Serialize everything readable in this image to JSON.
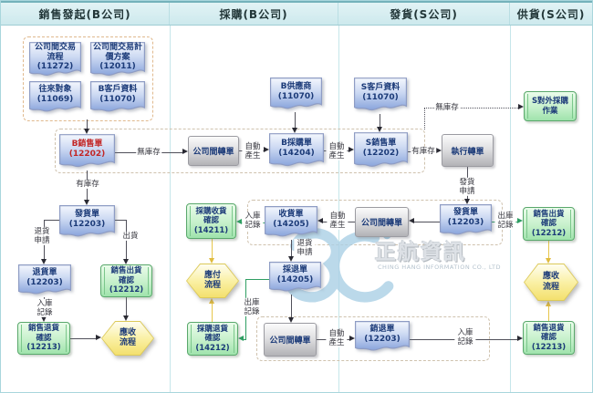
{
  "header": {
    "columns": [
      {
        "label": "銷售發起(B公司)"
      },
      {
        "label": "採購(B公司)"
      },
      {
        "label": "發貨(S公司)"
      },
      {
        "label": "供貨(S公司)"
      }
    ]
  },
  "nodes": {
    "d_flow": {
      "label": "公司間交易流程",
      "code": "(11272)"
    },
    "d_price": {
      "label": "公司間交易計價方案",
      "code": "(12011)"
    },
    "d_partner": {
      "label": "往來對象",
      "code": "(11069)"
    },
    "d_bcust": {
      "label": "B客戶資料",
      "code": "(11070)"
    },
    "b_so": {
      "label": "B銷售單",
      "code": "(12202)"
    },
    "ship_b": {
      "label": "發貨單",
      "code": "(12203)"
    },
    "ret_b": {
      "label": "退貨單",
      "code": "(12203)"
    },
    "ship_cf_b": {
      "label": "銷售出貨確認",
      "code": "(12212)"
    },
    "ret_cf_b": {
      "label": "銷售退貨確認",
      "code": "(12213)"
    },
    "ar_b": {
      "label": "應收流程"
    },
    "transfer_b": {
      "label": "公司間轉單"
    },
    "b_supplier": {
      "label": "B供應商",
      "code": "(11070)"
    },
    "b_po": {
      "label": "B採購單",
      "code": "(14204)"
    },
    "recv_cf": {
      "label": "採購收貨確認",
      "code": "(14211)"
    },
    "recv": {
      "label": "收貨單",
      "code": "(14205)"
    },
    "ap": {
      "label": "應付流程"
    },
    "pret": {
      "label": "採退單",
      "code": "(14205)"
    },
    "pret_cf": {
      "label": "採購退貨確認",
      "code": "(14212)"
    },
    "transfer_b2": {
      "label": "公司間轉單"
    },
    "s_cust": {
      "label": "S客戶資料",
      "code": "(11070)"
    },
    "s_so": {
      "label": "S銷售單",
      "code": "(12202)"
    },
    "exec_transfer": {
      "label": "執行轉單"
    },
    "transfer_s": {
      "label": "公司間轉單"
    },
    "ship_s": {
      "label": "發貨單",
      "code": "(12203)"
    },
    "sret": {
      "label": "銷退單",
      "code": "(12203)"
    },
    "ext_purchase": {
      "label": "S對外採購作業"
    },
    "ship_cf_s": {
      "label": "銷售出貨確認",
      "code": "(12212)"
    },
    "ar_s": {
      "label": "應收流程"
    },
    "ret_cf_s": {
      "label": "銷售退貨確認",
      "code": "(12213)"
    }
  },
  "edge_labels": {
    "no_stock": "無庫存",
    "has_stock": "有庫存",
    "auto_generate": "自動產生",
    "inbound_record": "入庫記錄",
    "outbound_record": "出庫記錄",
    "return_request": "退貨申請",
    "ship_out": "出貨",
    "ship_request": "發貨申請"
  },
  "watermark": {
    "brand": "正航資訊",
    "company": "CHING HANG INFORMATION CO., LTD"
  },
  "colors": {
    "header_bg": "#cde9ed",
    "doc_fill_bottom": "#8aa5dc",
    "green_border": "#5aa86c",
    "yellow_line": "#e7c64b",
    "green_line": "#2f9e63",
    "red_text": "#c22626"
  }
}
